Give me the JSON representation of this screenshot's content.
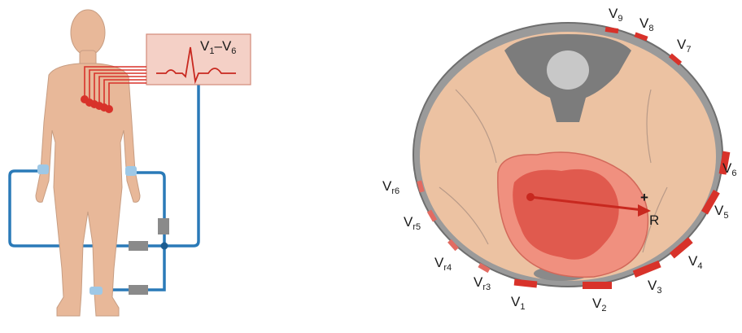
{
  "figure": {
    "monitor_label": {
      "base1": "V",
      "sub1": "1",
      "dash": "–",
      "base2": "V",
      "sub2": "6"
    },
    "polarity_sign": "+",
    "axis_label": "R",
    "right_leads": [
      {
        "id": "v1",
        "base": "V",
        "sub": "1"
      },
      {
        "id": "v2",
        "base": "V",
        "sub": "2"
      },
      {
        "id": "v3",
        "base": "V",
        "sub": "3"
      },
      {
        "id": "v4",
        "base": "V",
        "sub": "4"
      },
      {
        "id": "v5",
        "base": "V",
        "sub": "5"
      },
      {
        "id": "v6",
        "base": "V",
        "sub": "6"
      },
      {
        "id": "v7",
        "base": "V",
        "sub": "7"
      },
      {
        "id": "v8",
        "base": "V",
        "sub": "8"
      },
      {
        "id": "v9",
        "base": "V",
        "sub": "9"
      }
    ],
    "right_sided_leads": [
      {
        "id": "vr3",
        "base": "V",
        "sub": "r3"
      },
      {
        "id": "vr4",
        "base": "V",
        "sub": "r4"
      },
      {
        "id": "vr5",
        "base": "V",
        "sub": "r5"
      },
      {
        "id": "vr6",
        "base": "V",
        "sub": "r6"
      }
    ],
    "colors": {
      "skin": "#e8b899",
      "tissue": "#ecc2a2",
      "heart": "#e05a4e",
      "heart_light": "#f0907f",
      "electrode": "#d8322a",
      "cable": "#2a7ab8",
      "bone": "#8c8c8c",
      "outline": "#6e6e6e"
    }
  }
}
